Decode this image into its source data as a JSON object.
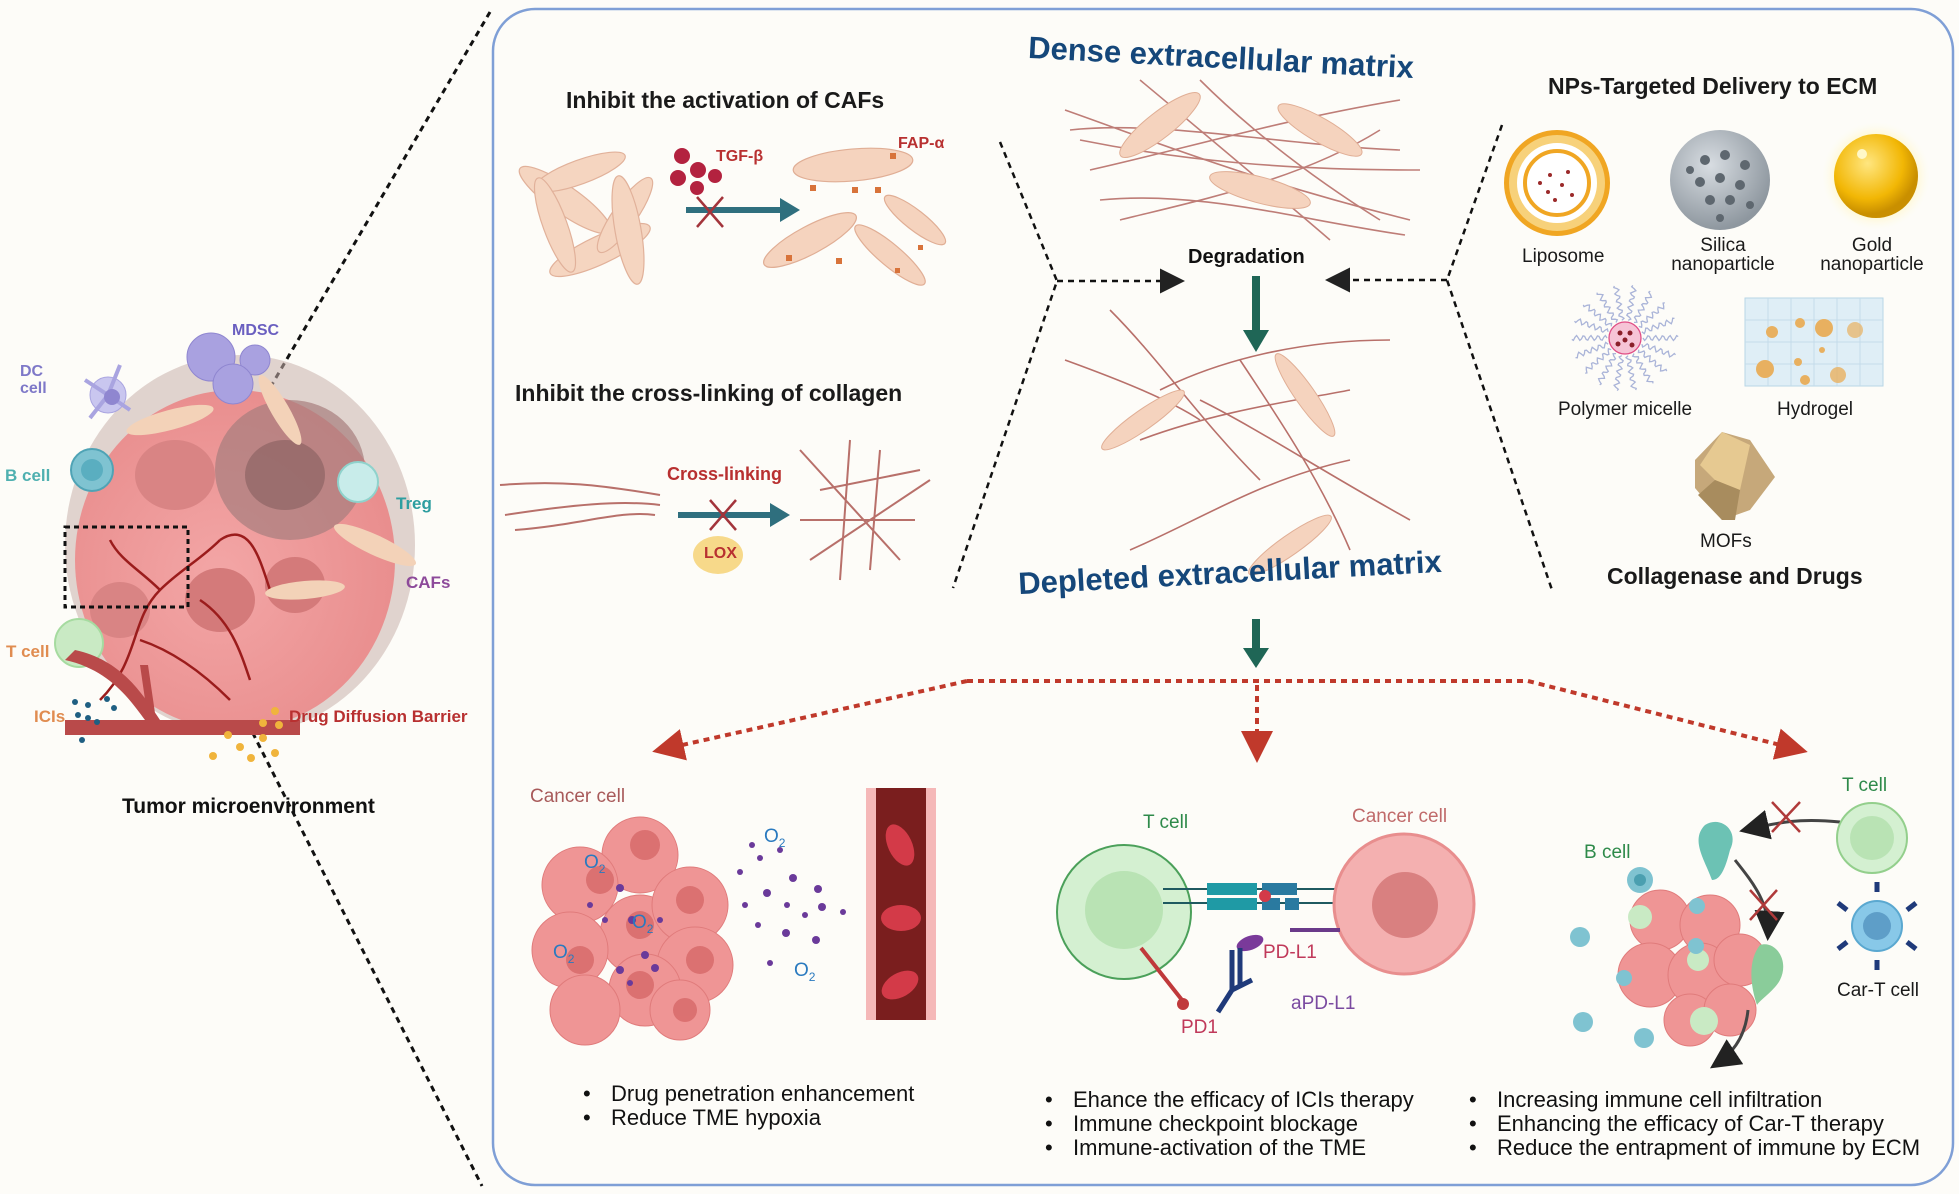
{
  "tumor_panel": {
    "title": "Tumor microenvironment",
    "labels": {
      "mdsc": "MDSC",
      "dc_cell": [
        "DC",
        "cell"
      ],
      "b_cell": "B cell",
      "treg": "Treg",
      "cafs": "CAFs",
      "t_cell": "T cell",
      "icis": "ICIs",
      "drug_barrier": "Drug Diffusion Barrier"
    }
  },
  "caf_section": {
    "title": "Inhibit the activation of CAFs",
    "tgf": "TGF-β",
    "fap": "FAP-α"
  },
  "collagen_section": {
    "title": "Inhibit the cross-linking of collagen",
    "crosslinking": "Cross-linking",
    "lox": "LOX"
  },
  "ecm_center": {
    "dense_title": "Dense extracellular matrix",
    "degradation": "Degradation",
    "depleted_title": "Depleted extracellular matrix"
  },
  "np_section": {
    "title": "NPs-Targeted Delivery to ECM",
    "items": [
      {
        "key": "liposome",
        "label": [
          "Liposome"
        ]
      },
      {
        "key": "silica",
        "label": [
          "Silica",
          "nanoparticle"
        ]
      },
      {
        "key": "gold",
        "label": [
          "Gold",
          "nanoparticle"
        ]
      },
      {
        "key": "micelle",
        "label": [
          "Polymer micelle"
        ]
      },
      {
        "key": "hydrogel",
        "label": [
          "Hydrogel"
        ]
      },
      {
        "key": "mofs",
        "label": [
          "MOFs"
        ]
      }
    ],
    "footer": "Collagenase and Drugs"
  },
  "outcome_drug": {
    "cancer_cell": "Cancer cell",
    "o2": "O",
    "o2_sub": "2",
    "bullets": [
      "Drug penetration enhancement",
      "Reduce TME hypoxia"
    ]
  },
  "outcome_ici": {
    "t_cell": "T cell",
    "cancer_cell": "Cancer cell",
    "pd_l1": "PD-L1",
    "pd1": "PD1",
    "apd_l1": "aPD-L1",
    "bullets": [
      "Ehance the efficacy of ICIs therapy",
      "Immune checkpoint blockage",
      "Immune-activation of the TME"
    ]
  },
  "outcome_cart": {
    "t_cell": "T cell",
    "b_cell": "B cell",
    "car_t": "Car-T cell",
    "bullets": [
      "Increasing immune cell infiltration",
      "Enhancing the efficacy of Car-T therapy",
      "Reduce the entrapment of immune by ECM"
    ]
  },
  "colors": {
    "panel_border": "#7f9fd6",
    "title_blue": "#15477a",
    "arrow_teal": "#2f6f7e",
    "arrow_green": "#1f6656",
    "red_dash": "#c0392b",
    "label_red": "#b03030",
    "cancer_pink": "#ef9a9a",
    "collagen": "#b8706a",
    "fibroblast": "#f5d3be"
  }
}
